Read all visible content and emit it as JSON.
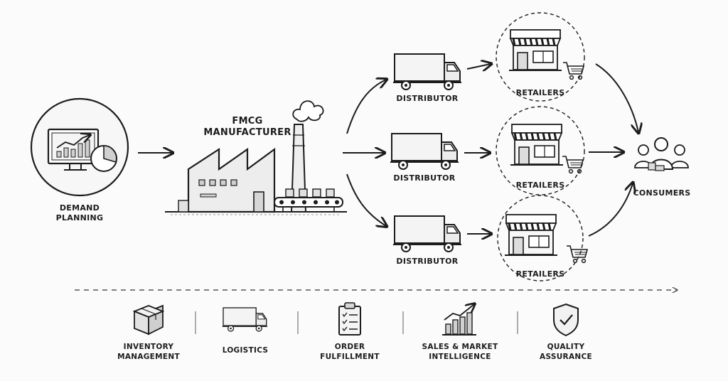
{
  "flow": {
    "demand_line1": "DEMAND",
    "demand_line2": "PLANNING",
    "manufacturer_line1": "FMCG",
    "manufacturer_line2": "MANUFACTURER",
    "distributor_top": "DISTRIBUTOR",
    "distributor_mid": "DISTRIBUTOR",
    "distributor_bot": "DISTRIBUTOR",
    "retailers_top": "RETAILERS",
    "retailers_mid": "RETAILERS",
    "retailers_bot": "RETAILERS",
    "consumers": "CONSUMERS"
  },
  "bottom_bar": [
    {
      "line1": "INVENTORY",
      "line2": "MANAGEMENT",
      "icon": "box-icon"
    },
    {
      "line1": "LOGISTICS",
      "line2": "",
      "icon": "truck-icon"
    },
    {
      "line1": "ORDER",
      "line2": "FULFILLMENT",
      "icon": "clipboard-checklist-icon"
    },
    {
      "line1": "SALES & MARKET",
      "line2": "INTELLIGENCE",
      "icon": "bar-chart-icon"
    },
    {
      "line1": "QUALITY",
      "line2": "ASSURANCE",
      "icon": "shield-check-icon"
    }
  ],
  "colors": {
    "ink": "#1c1c1c",
    "shade": "#d9d9d9",
    "paper": "#fbfbfb"
  }
}
